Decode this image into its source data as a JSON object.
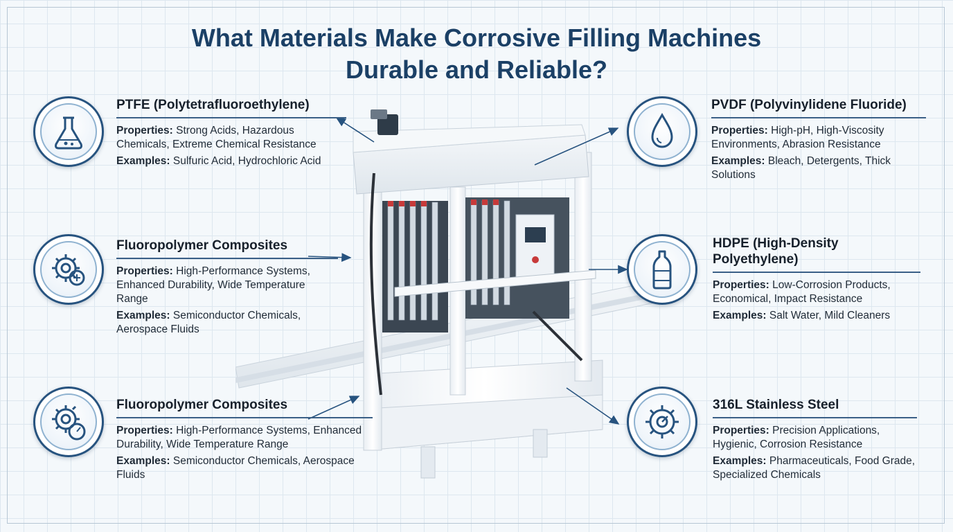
{
  "title": {
    "line1": "What Materials Make Corrosive Filling Machines",
    "line2": "Durable and Reliable?"
  },
  "labels": {
    "properties": "Properties:",
    "examples": "Examples:"
  },
  "materials": [
    {
      "icon": "flask-icon",
      "name": "PTFE (Polytetrafluoroethylene)",
      "properties": "Strong Acids, Hazardous Chemicals, Extreme Chemical Resistance",
      "examples": "Sulfuric Acid, Hydrochloric Acid"
    },
    {
      "icon": "gear-composite-icon",
      "name": "Fluoropolymer Composites",
      "properties": "High-Performance Systems, Enhanced Durability, Wide Temperature Range",
      "examples": "Semiconductor Chemicals, Aerospace Fluids"
    },
    {
      "icon": "gear-gauge-icon",
      "name": "Fluoropolymer Composites",
      "properties": "High-Performance Systems, Enhanced Durability, Wide Temperature Range",
      "examples": "Semiconductor Chemicals, Aerospace Fluids"
    },
    {
      "icon": "droplet-icon",
      "name": "PVDF (Polyvinylidene Fluoride)",
      "properties": "High-pH, High-Viscosity Environments, Abrasion Resistance",
      "examples": "Bleach, Detergents, Thick Solutions"
    },
    {
      "icon": "bottle-icon",
      "name": "HDPE (High-Density Polyethylene)",
      "properties": "Low-Corrosion Products, Economical, Impact Resistance",
      "examples": "Salt Water, Mild Cleaners"
    },
    {
      "icon": "gear-steel-icon",
      "name": "316L Stainless Steel",
      "properties": "Precision Applications, Hygienic, Corrosion Resistance",
      "examples": "Pharmaceuticals, Food Grade, Specialized Chemicals"
    }
  ],
  "colors": {
    "accent": "#1b4066",
    "ring": "#27537f",
    "rule": "#3a5f86"
  }
}
